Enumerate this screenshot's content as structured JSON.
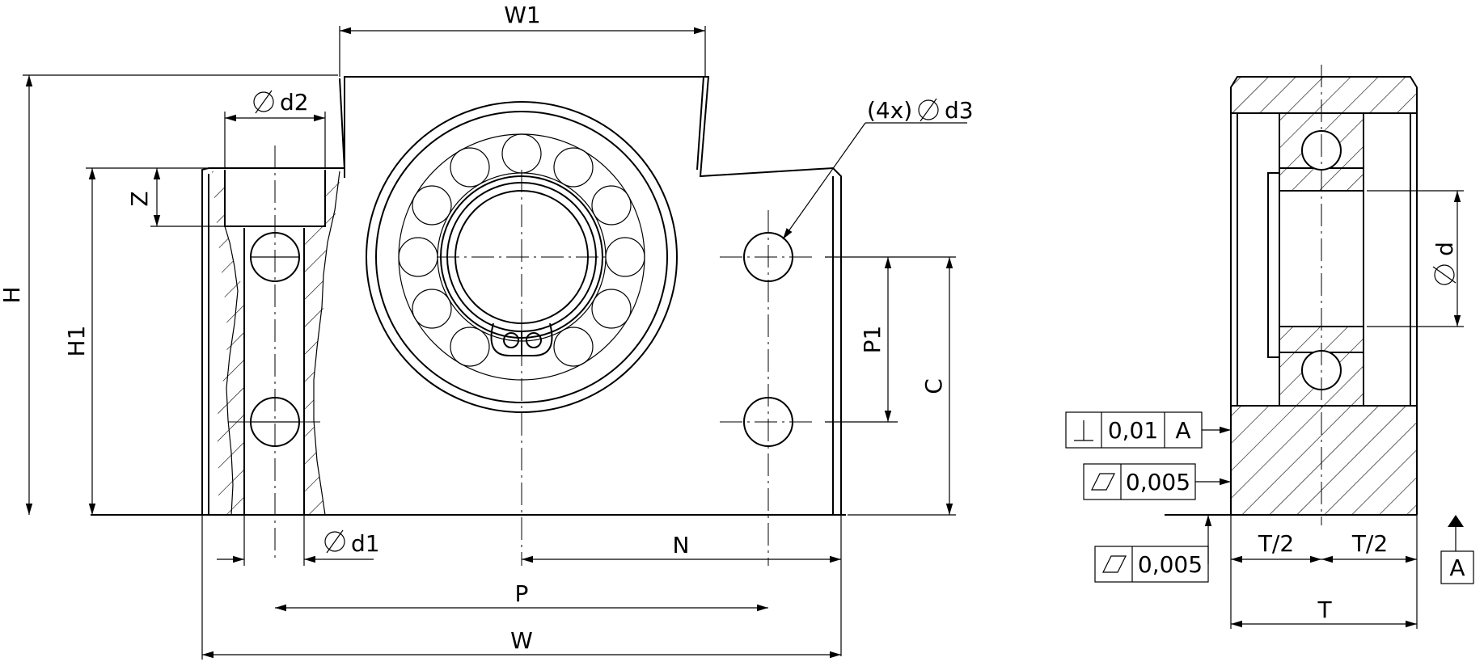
{
  "drawing": {
    "front_view": {
      "dimensions": {
        "W1": "W1",
        "H": "H",
        "H1": "H1",
        "Z": "Z",
        "d2": "d2",
        "d3_prefix": "(4x)",
        "d3": "d3",
        "d1": "d1",
        "P1": "P1",
        "C": "C",
        "N": "N",
        "P": "P",
        "W": "W"
      }
    },
    "side_view": {
      "dimensions": {
        "d": "d",
        "T_half_left": "T/2",
        "T_half_right": "T/2",
        "T": "T"
      },
      "tolerances": [
        {
          "symbol": "perpendicularity-icon",
          "value": "0,01",
          "datum": "A"
        },
        {
          "symbol": "flatness-icon",
          "value": "0,005"
        },
        {
          "symbol": "flatness-icon",
          "value": "0,005"
        }
      ],
      "datum_label": "A"
    }
  }
}
